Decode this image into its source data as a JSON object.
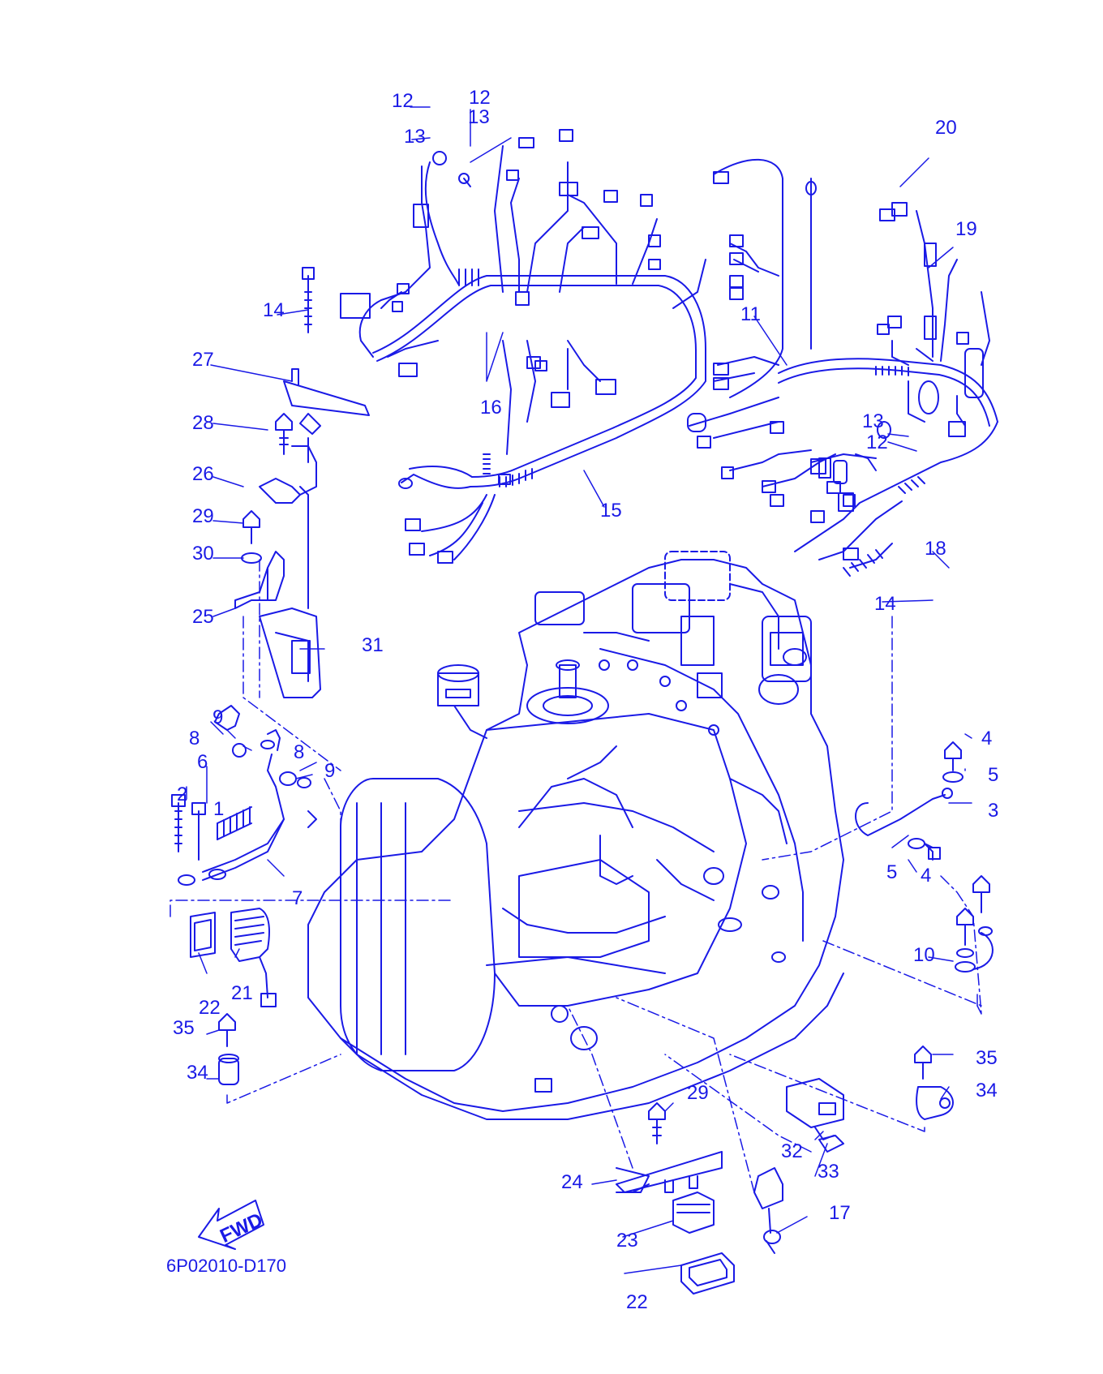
{
  "diagram": {
    "ink_color": "#1a1ae6",
    "background": "#ffffff",
    "drawing_code": "6P02010-D170",
    "fwd_badge": "FWD",
    "callouts": [
      "1",
      "2",
      "3",
      "4",
      "4",
      "5",
      "5",
      "6",
      "7",
      "8",
      "8",
      "9",
      "9",
      "10",
      "11",
      "12",
      "12",
      "12",
      "13",
      "13",
      "13",
      "14",
      "14",
      "15",
      "16",
      "17",
      "18",
      "19",
      "20",
      "21",
      "22",
      "22",
      "23",
      "24",
      "25",
      "26",
      "27",
      "28",
      "29",
      "29",
      "30",
      "31",
      "32",
      "33",
      "34",
      "34",
      "35",
      "35"
    ]
  }
}
